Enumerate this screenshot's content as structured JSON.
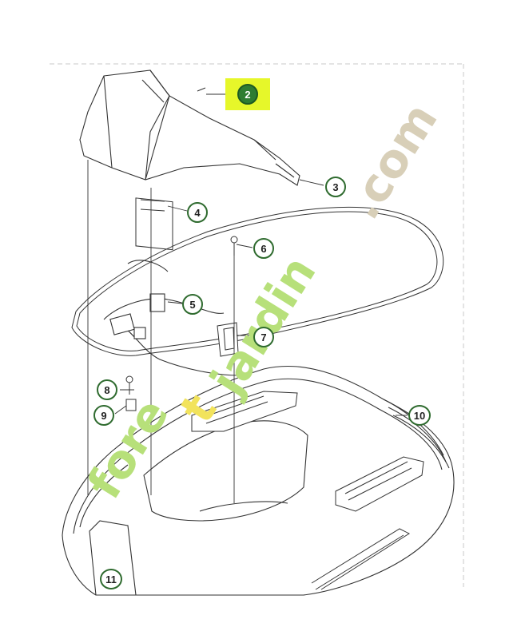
{
  "diagram": {
    "callouts": [
      {
        "id": "2",
        "label": "2",
        "highlighted": true
      },
      {
        "id": "3",
        "label": "3"
      },
      {
        "id": "4",
        "label": "4"
      },
      {
        "id": "5",
        "label": "5"
      },
      {
        "id": "6",
        "label": "6"
      },
      {
        "id": "7",
        "label": "7"
      },
      {
        "id": "8",
        "label": "8"
      },
      {
        "id": "9",
        "label": "9"
      },
      {
        "id": "10",
        "label": "10"
      },
      {
        "id": "11",
        "label": "11"
      }
    ],
    "highlight_color": "#e6f72a",
    "callout_color": "#2e7d32"
  },
  "watermark": {
    "part1": "fore",
    "part2": "t",
    "part3": "jardin",
    "part4": ".com",
    "color_green": "#b7e07a",
    "color_yellow": "#f2e35c",
    "color_beige": "#d8cfb8"
  }
}
